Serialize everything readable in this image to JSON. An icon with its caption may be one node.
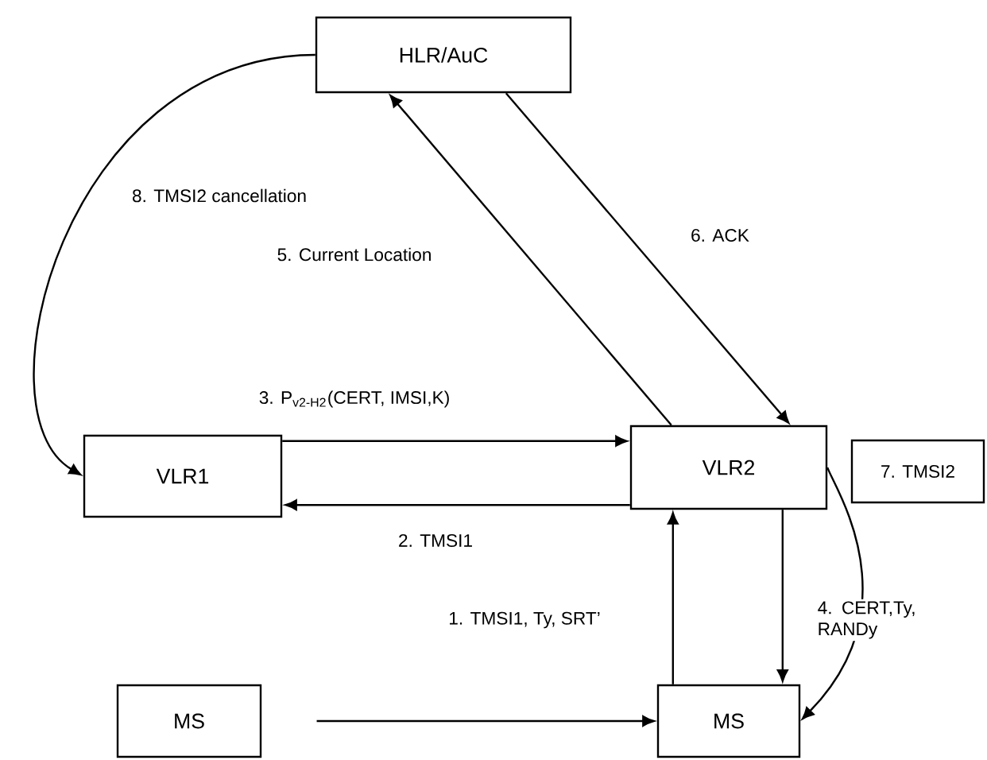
{
  "diagram": {
    "nodes": [
      {
        "text": [
          "HLR/AuC"
        ]
      },
      {
        "text": [
          "VLR1"
        ]
      },
      {
        "text": [
          "VLR2"
        ]
      },
      {
        "text": [
          "7. TMSI2"
        ]
      },
      {
        "text": [
          "MS"
        ]
      },
      {
        "text": [
          "MS"
        ]
      }
    ],
    "edges": [
      {
        "from": 0,
        "to": 1,
        "arrow": "to",
        "label": "8. TMSI2 cancellation"
      },
      {
        "from": 2,
        "to": 0,
        "arrow": "to",
        "label": "5. Current Location"
      },
      {
        "from": 0,
        "to": 2,
        "arrow": "to",
        "label": "6. ACK"
      },
      {
        "from": 1,
        "to": 2,
        "arrow": "to",
        "label": "3. P$_{v2-H2}$(CERT, IMSI,K)"
      },
      {
        "from": 2,
        "to": 1,
        "arrow": "to",
        "label": "2. TMSI1"
      },
      {
        "from": 5,
        "to": 2,
        "arrow": "to",
        "label": "1. TMSI1, Ty, SRT’"
      },
      {
        "from": 2,
        "to": 5,
        "arrow": "to"
      },
      {
        "from": 2,
        "to": 5,
        "arrow": "to",
        "label": "4.  CERT,Ty, RANDy"
      },
      {
        "from": 4,
        "to": 5,
        "arrow": "to"
      }
    ]
  }
}
